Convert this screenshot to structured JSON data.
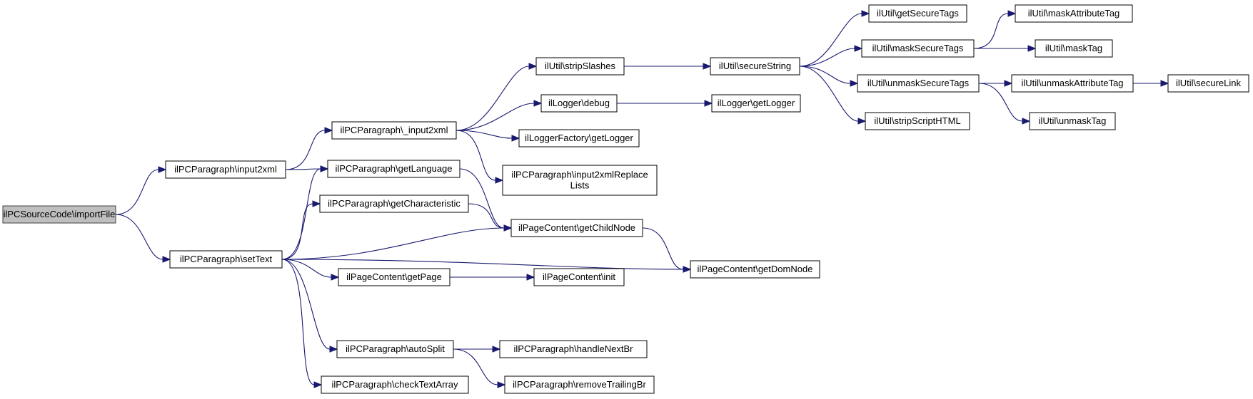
{
  "graph": {
    "nodes": [
      {
        "id": "n0",
        "label": "ilPCSourceCode\\importFile",
        "root": true
      },
      {
        "id": "n1",
        "label": "ilPCParagraph\\input2xml"
      },
      {
        "id": "n2",
        "label": "ilPCParagraph\\setText"
      },
      {
        "id": "n3",
        "label": "ilPCParagraph\\_input2xml"
      },
      {
        "id": "n4",
        "label": "ilPCParagraph\\getLanguage"
      },
      {
        "id": "n5",
        "label": "ilPCParagraph\\getCharacteristic"
      },
      {
        "id": "n6",
        "label": "ilPageContent\\getPage"
      },
      {
        "id": "n7",
        "label": "ilPCParagraph\\autoSplit"
      },
      {
        "id": "n8",
        "label": "ilPCParagraph\\checkTextArray"
      },
      {
        "id": "n9",
        "label": "ilUtil\\stripSlashes"
      },
      {
        "id": "n10",
        "label": "ilLogger\\debug"
      },
      {
        "id": "n11",
        "label": "ilLoggerFactory\\getLogger"
      },
      {
        "id": "n12",
        "label": "ilPCParagraph\\input2xmlReplace\nLists"
      },
      {
        "id": "n13",
        "label": "ilPageContent\\getChildNode"
      },
      {
        "id": "n14",
        "label": "ilPageContent\\init"
      },
      {
        "id": "n15",
        "label": "ilPCParagraph\\handleNextBr"
      },
      {
        "id": "n16",
        "label": "ilPCParagraph\\removeTrailingBr"
      },
      {
        "id": "n17",
        "label": "ilUtil\\secureString"
      },
      {
        "id": "n18",
        "label": "ilLogger\\getLogger"
      },
      {
        "id": "n19",
        "label": "ilPageContent\\getDomNode"
      },
      {
        "id": "n20",
        "label": "ilUtil\\getSecureTags"
      },
      {
        "id": "n21",
        "label": "ilUtil\\maskSecureTags"
      },
      {
        "id": "n22",
        "label": "ilUtil\\unmaskSecureTags"
      },
      {
        "id": "n23",
        "label": "ilUtil\\stripScriptHTML"
      },
      {
        "id": "n24",
        "label": "ilUtil\\maskAttributeTag"
      },
      {
        "id": "n25",
        "label": "ilUtil\\maskTag"
      },
      {
        "id": "n26",
        "label": "ilUtil\\unmaskAttributeTag"
      },
      {
        "id": "n27",
        "label": "ilUtil\\unmaskTag"
      },
      {
        "id": "n28",
        "label": "ilUtil\\secureLink"
      }
    ],
    "edges": [
      {
        "from": "n0",
        "to": "n1"
      },
      {
        "from": "n0",
        "to": "n2"
      },
      {
        "from": "n1",
        "to": "n3"
      },
      {
        "from": "n1",
        "to": "n4"
      },
      {
        "from": "n2",
        "to": "n4"
      },
      {
        "from": "n2",
        "to": "n5"
      },
      {
        "from": "n2",
        "to": "n13"
      },
      {
        "from": "n2",
        "to": "n6"
      },
      {
        "from": "n2",
        "to": "n19"
      },
      {
        "from": "n2",
        "to": "n7"
      },
      {
        "from": "n2",
        "to": "n8"
      },
      {
        "from": "n3",
        "to": "n9"
      },
      {
        "from": "n3",
        "to": "n10"
      },
      {
        "from": "n3",
        "to": "n11"
      },
      {
        "from": "n3",
        "to": "n12"
      },
      {
        "from": "n4",
        "to": "n13"
      },
      {
        "from": "n5",
        "to": "n13"
      },
      {
        "from": "n6",
        "to": "n14"
      },
      {
        "from": "n7",
        "to": "n15"
      },
      {
        "from": "n7",
        "to": "n16"
      },
      {
        "from": "n9",
        "to": "n17"
      },
      {
        "from": "n10",
        "to": "n18"
      },
      {
        "from": "n13",
        "to": "n19"
      },
      {
        "from": "n17",
        "to": "n20"
      },
      {
        "from": "n17",
        "to": "n21"
      },
      {
        "from": "n17",
        "to": "n22"
      },
      {
        "from": "n17",
        "to": "n23"
      },
      {
        "from": "n21",
        "to": "n24"
      },
      {
        "from": "n21",
        "to": "n25"
      },
      {
        "from": "n22",
        "to": "n26"
      },
      {
        "from": "n22",
        "to": "n27"
      },
      {
        "from": "n26",
        "to": "n28"
      }
    ]
  },
  "colors": {
    "edge": "#191970",
    "root_fill": "#bfbfbf",
    "node_fill": "#ffffff",
    "node_border": "#000000"
  }
}
